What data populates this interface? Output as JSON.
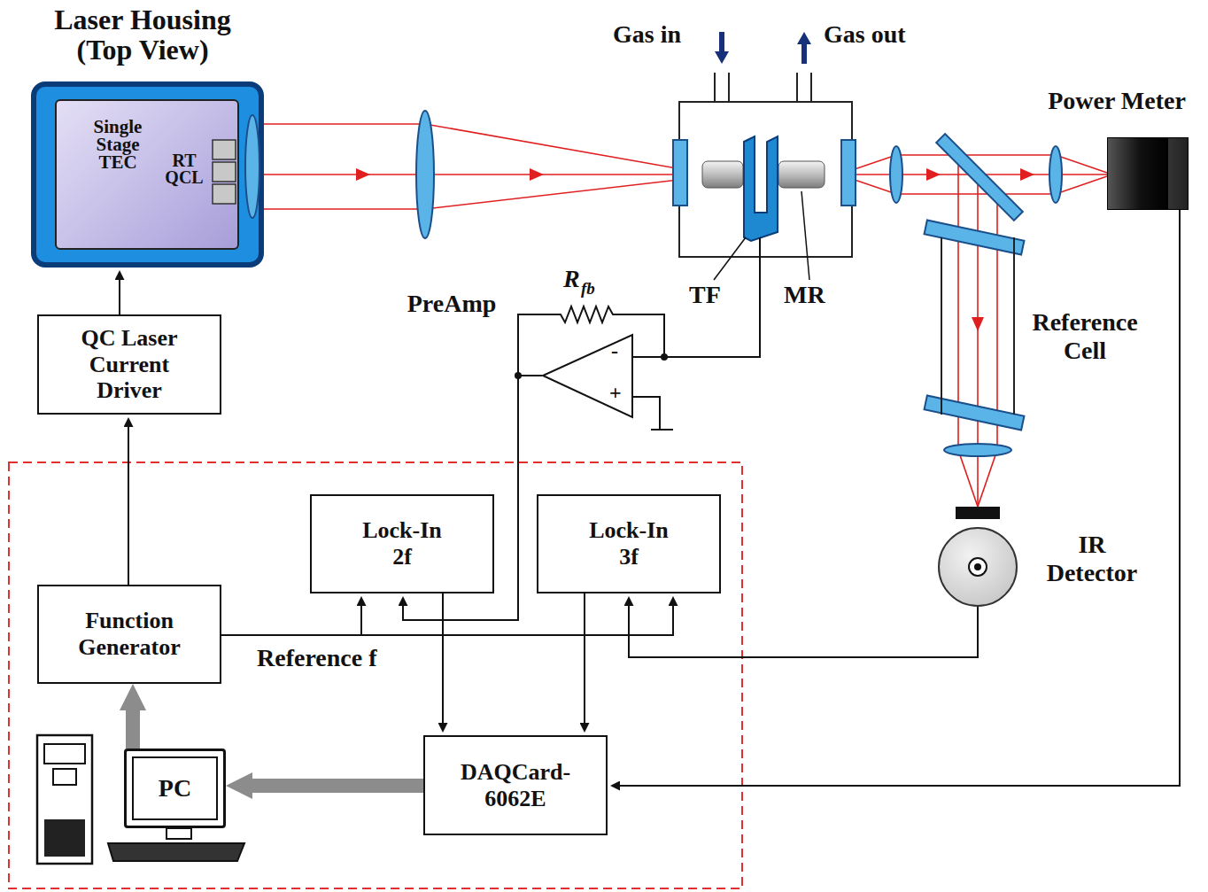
{
  "diagram": {
    "nodes": [
      {
        "text": [
          "Laser Housing (Top View)"
        ]
      },
      {
        "text": [
          "Single Stage TEC",
          "RT QCL"
        ],
        "in": 0
      },
      {
        "text": [
          "Power Meter"
        ]
      },
      {
        "text": [
          "QC Laser Current Driver"
        ]
      },
      {
        "text": [
          "PreAmp"
        ]
      },
      {
        "text": [
          "Reference Cell"
        ]
      },
      {
        "text": [
          "Lock-In 2f"
        ]
      },
      {
        "text": [
          "Lock-In 3f"
        ]
      },
      {
        "text": [
          "IR Detector"
        ]
      },
      {
        "text": [
          "Function Generator"
        ]
      },
      {
        "text": [
          "DAQCard-6062E"
        ]
      },
      {
        "text": [
          "PC"
        ]
      }
    ],
    "edges": [
      {
        "from": 3,
        "to": 0,
        "arrow": "to"
      },
      {
        "from": 9,
        "to": 3,
        "arrow": "to"
      },
      {
        "from": 9,
        "to": 6,
        "arrow": "to",
        "label": "Reference f"
      },
      {
        "from": 9,
        "to": 7,
        "arrow": "to"
      },
      {
        "from": 4,
        "to": 6,
        "arrow": "to"
      },
      {
        "from": 8,
        "to": 7,
        "arrow": "to"
      },
      {
        "from": 6,
        "to": 10,
        "arrow": "to"
      },
      {
        "from": 7,
        "to": 10,
        "arrow": "to"
      },
      {
        "from": 2,
        "to": 10,
        "arrow": "to"
      },
      {
        "from": 10,
        "to": 11,
        "arrow": "to"
      },
      {
        "from": 11,
        "to": 9,
        "arrow": "to"
      }
    ],
    "labels": [
      "Gas in",
      "Gas out",
      "TF",
      "MR",
      "R",
      "fb",
      "-",
      "+"
    ]
  }
}
